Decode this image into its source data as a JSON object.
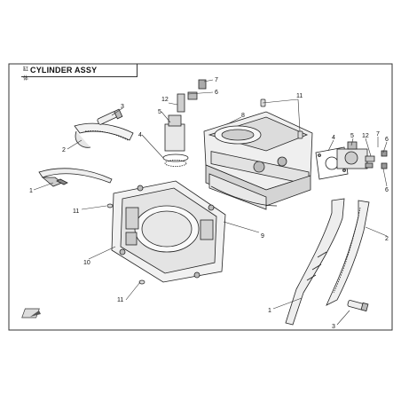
{
  "header": {
    "title": "CYLINDER ASSY",
    "prefix_glyph": "缸体"
  },
  "callouts": [
    {
      "id": "c1a",
      "label": "1"
    },
    {
      "id": "c2a",
      "label": "2"
    },
    {
      "id": "c3a",
      "label": "3"
    },
    {
      "id": "c4",
      "label": "4"
    },
    {
      "id": "c5a",
      "label": "5"
    },
    {
      "id": "c6a",
      "label": "6"
    },
    {
      "id": "c7a",
      "label": "7"
    },
    {
      "id": "c8",
      "label": "8"
    },
    {
      "id": "c9",
      "label": "9"
    },
    {
      "id": "c10",
      "label": "10"
    },
    {
      "id": "c11a",
      "label": "11"
    },
    {
      "id": "c11b",
      "label": "11"
    },
    {
      "id": "c11c",
      "label": "11"
    },
    {
      "id": "c12a",
      "label": "12"
    },
    {
      "id": "c4b",
      "label": "4"
    },
    {
      "id": "c5b",
      "label": "5"
    },
    {
      "id": "c12b",
      "label": "12"
    },
    {
      "id": "c7b",
      "label": "7"
    },
    {
      "id": "c6b",
      "label": "6"
    },
    {
      "id": "c6c",
      "label": "6"
    },
    {
      "id": "c2b",
      "label": "2"
    },
    {
      "id": "c1b",
      "label": "1"
    },
    {
      "id": "c3b",
      "label": "3"
    }
  ],
  "colors": {
    "frame": "#333333",
    "line": "#222222",
    "fill_light": "#f2f2f2",
    "fill_mid": "#d9d9d9",
    "fill_dark": "#8a8a8a"
  },
  "icons": {
    "corner_badge": "front-arrow-icon"
  }
}
